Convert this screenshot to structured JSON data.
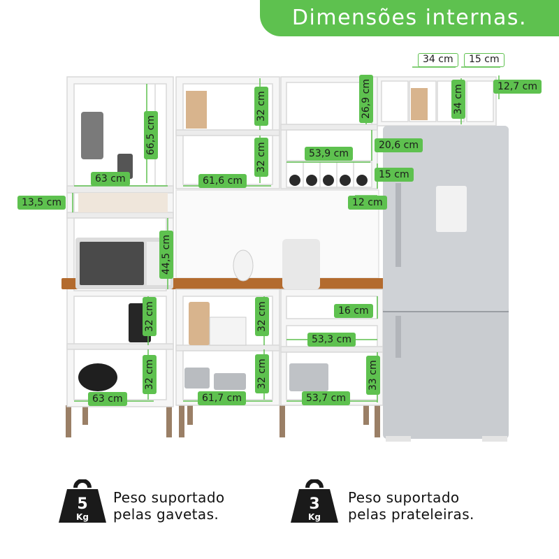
{
  "header": {
    "title": "Dimensões internas."
  },
  "colors": {
    "accent_green": "#5ec14f",
    "countertop": "#b36b2e",
    "cabinet": "#f4f4f4",
    "fridge": "#c9ccd0"
  },
  "dimensions": {
    "top_34": "34 cm",
    "top_15": "15 cm",
    "side_12_7": "12,7 cm",
    "upper_right_34": "34 cm",
    "upper_left_66_5": "66,5 cm",
    "upper_mid_32a": "32 cm",
    "upper_mid_32b": "32 cm",
    "upper_right_26_9": "26,9 cm",
    "upper_right_20_6": "20,6 cm",
    "upper_right_53_9": "53,9 cm",
    "upper_left_63": "63 cm",
    "upper_mid_61_6": "61,6 cm",
    "niche_15": "15 cm",
    "niche_12": "12 cm",
    "shelf_13_5": "13,5 cm",
    "microwave_44_5": "44,5 cm",
    "lower_left_32a": "32 cm",
    "lower_left_32b": "32 cm",
    "lower_mid_32a": "32 cm",
    "lower_mid_32b": "32 cm",
    "drawer_16": "16 cm",
    "lower_right_53_3": "53,3 cm",
    "lower_right_33": "33 cm",
    "lower_left_63": "63 cm",
    "lower_mid_61_7": "61,7 cm",
    "lower_right_53_7": "53,7 cm"
  },
  "weights": {
    "drawers": {
      "value": "5",
      "unit": "Kg",
      "line1": "Peso suportado",
      "line2": "pelas gavetas."
    },
    "shelves": {
      "value": "3",
      "unit": "Kg",
      "line1": "Peso suportado",
      "line2": "pelas prateleiras."
    }
  }
}
